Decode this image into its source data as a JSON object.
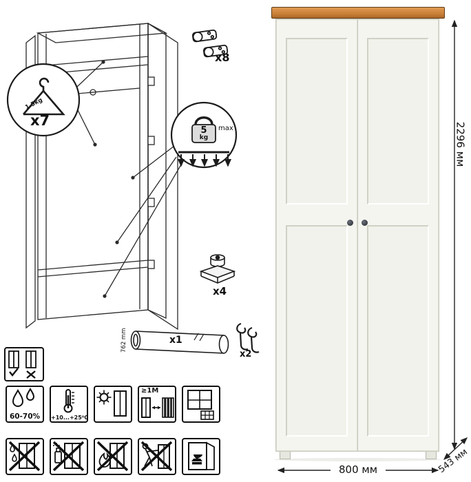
{
  "diagram": {
    "hanger_count": "x7",
    "hanger_capacity": "1.5kg",
    "hinge_count": "x8",
    "load_value": "5",
    "load_unit": "kg",
    "load_suffix": "max",
    "glide_count": "x4",
    "tube_count": "x1",
    "tube_length": "762 mm",
    "hook_count": "x2"
  },
  "care": {
    "humidity_range": "60-70%",
    "temperature_range": "+10...+25⁰C",
    "min_distance": "≥1M"
  },
  "dimensions": {
    "height": "2296 мм",
    "width": "800 мм",
    "depth": "543 мм"
  },
  "colors": {
    "wood_top": "#c9823e",
    "cabinet_body": "#f2f3ec",
    "knob": "#2e3238",
    "line": "#1c1c1c"
  }
}
